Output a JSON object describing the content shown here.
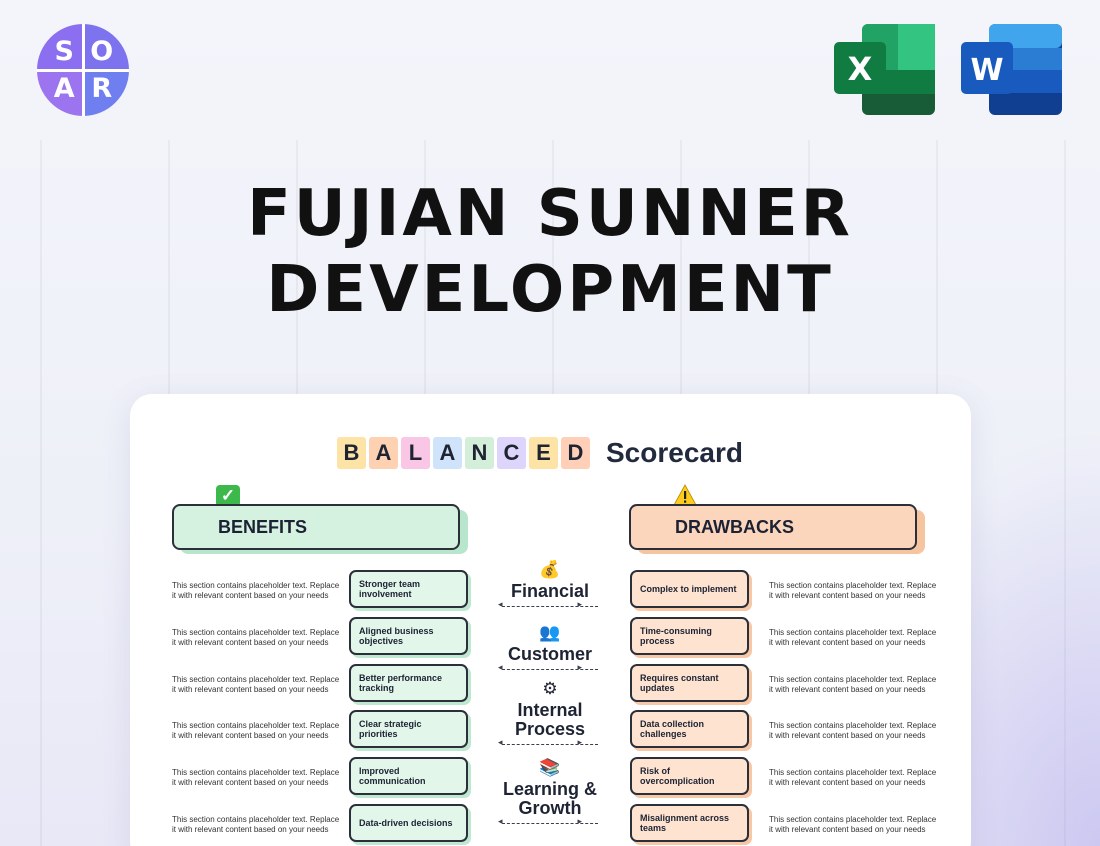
{
  "logo": {
    "letters": [
      "S",
      "O",
      "A",
      "R"
    ]
  },
  "apps": {
    "excel_letter": "X",
    "word_letter": "W"
  },
  "title": {
    "line1": "FUJIAN SUNNER",
    "line2": "DEVELOPMENT"
  },
  "scorecard": {
    "letters": [
      {
        "char": "B",
        "color": "#fde3a6"
      },
      {
        "char": "A",
        "color": "#ffd1b3"
      },
      {
        "char": "L",
        "color": "#f9c6e6"
      },
      {
        "char": "A",
        "color": "#cfe3fb"
      },
      {
        "char": "N",
        "color": "#d3efd9"
      },
      {
        "char": "C",
        "color": "#ddd5fb"
      },
      {
        "char": "E",
        "color": "#fde3a6"
      },
      {
        "char": "D",
        "color": "#ffcfb8"
      }
    ],
    "word": "Scorecard"
  },
  "benefits": {
    "header": "BENEFITS",
    "icon": "check-icon",
    "items": [
      {
        "label": "Stronger team involvement",
        "desc": "This section contains placeholder text. Replace it with relevant content based on your needs"
      },
      {
        "label": "Aligned business objectives",
        "desc": "This section contains placeholder text. Replace it with relevant content based on your needs"
      },
      {
        "label": "Better performance tracking",
        "desc": "This section contains placeholder text. Replace it with relevant content based on your needs"
      },
      {
        "label": "Clear strategic priorities",
        "desc": "This section contains placeholder text. Replace it with relevant content based on your needs"
      },
      {
        "label": "Improved communication",
        "desc": "This section contains placeholder text. Replace it with relevant content based on your needs"
      },
      {
        "label": "Data-driven decisions",
        "desc": "This section contains placeholder text. Replace it with relevant content based on your needs"
      }
    ]
  },
  "drawbacks": {
    "header": "DRAWBACKS",
    "icon": "warning-icon",
    "items": [
      {
        "label": "Complex to implement",
        "desc": "This section contains placeholder text. Replace it with relevant content based on your needs"
      },
      {
        "label": "Time-consuming process",
        "desc": "This section contains placeholder text. Replace it with relevant content based on your needs"
      },
      {
        "label": "Requires constant updates",
        "desc": "This section contains placeholder text. Replace it with relevant content based on your needs"
      },
      {
        "label": "Data collection challenges",
        "desc": "This section contains placeholder text. Replace it with relevant content based on your needs"
      },
      {
        "label": "Risk of overcomplication",
        "desc": "This section contains placeholder text. Replace it with relevant content based on your needs"
      },
      {
        "label": "Misalignment across teams",
        "desc": "This section contains placeholder text. Replace it with relevant content based on your needs"
      }
    ]
  },
  "perspectives": [
    {
      "icon": "money-bag-icon",
      "glyph": "💰",
      "label": "Financial"
    },
    {
      "icon": "people-icon",
      "glyph": "👥",
      "label": "Customer"
    },
    {
      "icon": "gear-icon",
      "glyph": "⚙",
      "label": "Internal Process"
    },
    {
      "icon": "books-icon",
      "glyph": "📚",
      "label": "Learning & Growth"
    }
  ]
}
